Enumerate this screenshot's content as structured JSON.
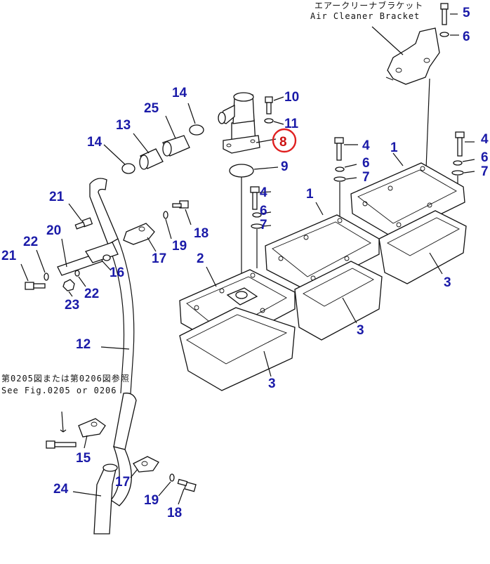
{
  "captions": {
    "bracket_jp": "エアークリーナブラケット",
    "bracket_en": "Air Cleaner Bracket",
    "ref_jp": "第0205図または第0206図参照",
    "ref_en": "See Fig.0205 or 0206"
  },
  "highlight_color": "#e02020",
  "label_color": "#1a1aa8",
  "callouts": [
    {
      "id": "c5",
      "text": "5"
    },
    {
      "id": "c6a",
      "text": "6"
    },
    {
      "id": "c10",
      "text": "10"
    },
    {
      "id": "c14a",
      "text": "14"
    },
    {
      "id": "c11",
      "text": "11"
    },
    {
      "id": "c8",
      "text": "8"
    },
    {
      "id": "c25",
      "text": "25"
    },
    {
      "id": "c13",
      "text": "13"
    },
    {
      "id": "c14b",
      "text": "14"
    },
    {
      "id": "c9",
      "text": "9"
    },
    {
      "id": "c4a",
      "text": "4"
    },
    {
      "id": "c1a",
      "text": "1"
    },
    {
      "id": "c6b",
      "text": "6"
    },
    {
      "id": "c7a",
      "text": "7"
    },
    {
      "id": "c4b",
      "text": "4"
    },
    {
      "id": "c6c",
      "text": "6"
    },
    {
      "id": "c7b",
      "text": "7"
    },
    {
      "id": "c4c",
      "text": "4"
    },
    {
      "id": "c6d",
      "text": "6"
    },
    {
      "id": "c7c",
      "text": "7"
    },
    {
      "id": "c1b",
      "text": "1"
    },
    {
      "id": "c21a",
      "text": "21"
    },
    {
      "id": "c18a",
      "text": "18"
    },
    {
      "id": "c20",
      "text": "20"
    },
    {
      "id": "c22a",
      "text": "22"
    },
    {
      "id": "c17a",
      "text": "17"
    },
    {
      "id": "c19a",
      "text": "19"
    },
    {
      "id": "c2",
      "text": "2"
    },
    {
      "id": "c21b",
      "text": "21"
    },
    {
      "id": "c16",
      "text": "16"
    },
    {
      "id": "c3a",
      "text": "3"
    },
    {
      "id": "c23",
      "text": "23"
    },
    {
      "id": "c22b",
      "text": "22"
    },
    {
      "id": "c3b",
      "text": "3"
    },
    {
      "id": "c12",
      "text": "12"
    },
    {
      "id": "c3c",
      "text": "3"
    },
    {
      "id": "c15",
      "text": "15"
    },
    {
      "id": "c17b",
      "text": "17"
    },
    {
      "id": "c24",
      "text": "24"
    },
    {
      "id": "c19b",
      "text": "19"
    },
    {
      "id": "c18b",
      "text": "18"
    }
  ]
}
